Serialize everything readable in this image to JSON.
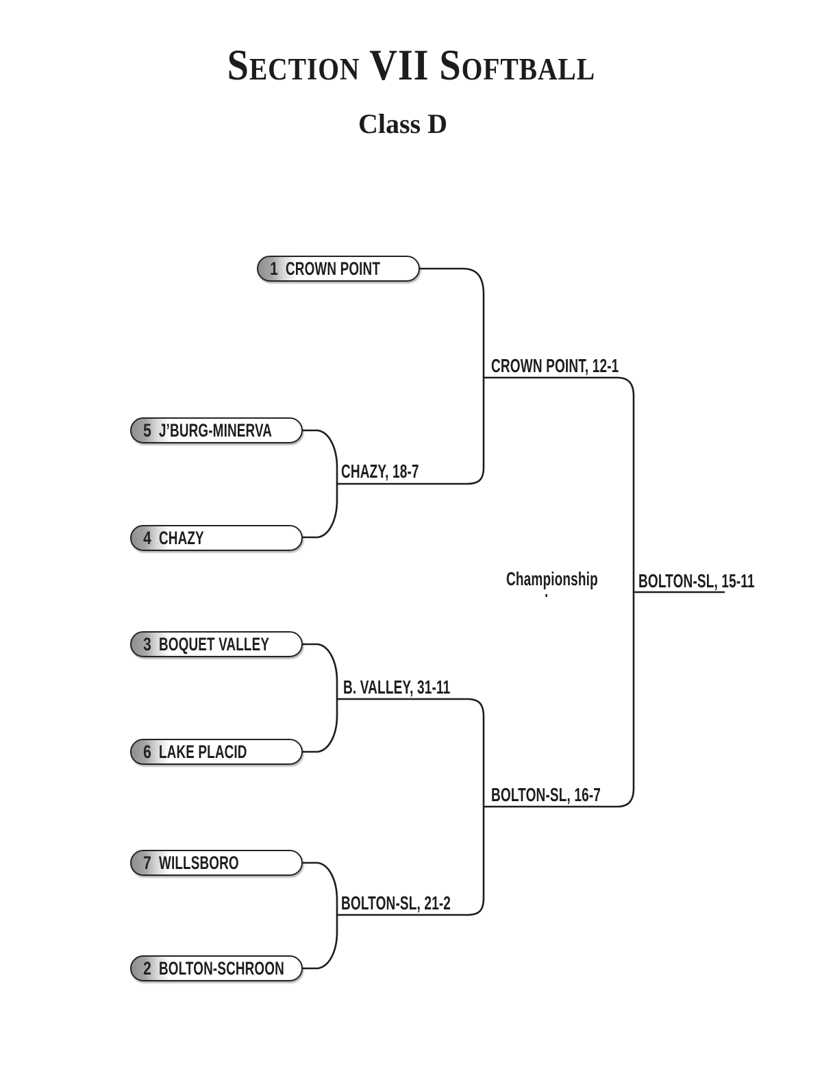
{
  "header": {
    "title": "Section VII Softball",
    "subtitle": "Class D"
  },
  "teams": [
    {
      "seed": "1",
      "name": "CROWN POINT"
    },
    {
      "seed": "5",
      "name": "J’BURG-MINERVA"
    },
    {
      "seed": "4",
      "name": "CHAZY"
    },
    {
      "seed": "3",
      "name": "BOQUET VALLEY"
    },
    {
      "seed": "6",
      "name": "LAKE PLACID"
    },
    {
      "seed": "7",
      "name": "WILLSBORO"
    },
    {
      "seed": "2",
      "name": "BOLTON-SCHROON"
    }
  ],
  "results": {
    "quarterfinal_top": "CHAZY, 18-7",
    "semifinal_top": "CROWN POINT, 12-1",
    "quarterfinal_middle": "B. VALLEY, 31-11",
    "quarterfinal_bottom": "BOLTON-SL, 21-2",
    "semifinal_bottom": "BOLTON-SL, 16-7",
    "championship_result": "BOLTON-SL, 15-11"
  },
  "labels": {
    "round": "Championship",
    "stray_mark": "."
  },
  "colors": {
    "background": "#ffffff",
    "line": "#1d1d1d",
    "text": "#1d1d1d",
    "seed_gradient": "#8f8f8f"
  }
}
